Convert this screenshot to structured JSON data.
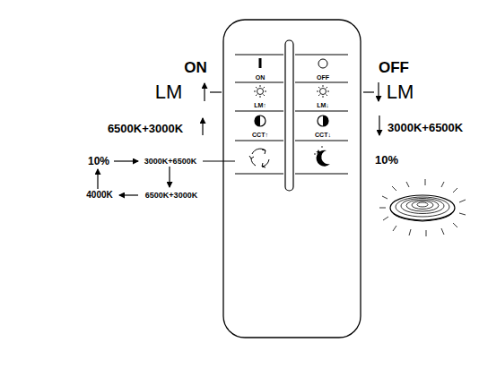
{
  "diagram": {
    "labels": [
      "ON",
      "ON",
      "OFF",
      "OFF",
      "LM",
      "LM↑",
      "LM↓",
      "LM",
      "6500K+3000K",
      "CCT↑",
      "CCT↓",
      "3000K+6500K",
      "10%",
      "3000K+6500K",
      "10%",
      "4000K",
      "6500K+3000K"
    ]
  }
}
